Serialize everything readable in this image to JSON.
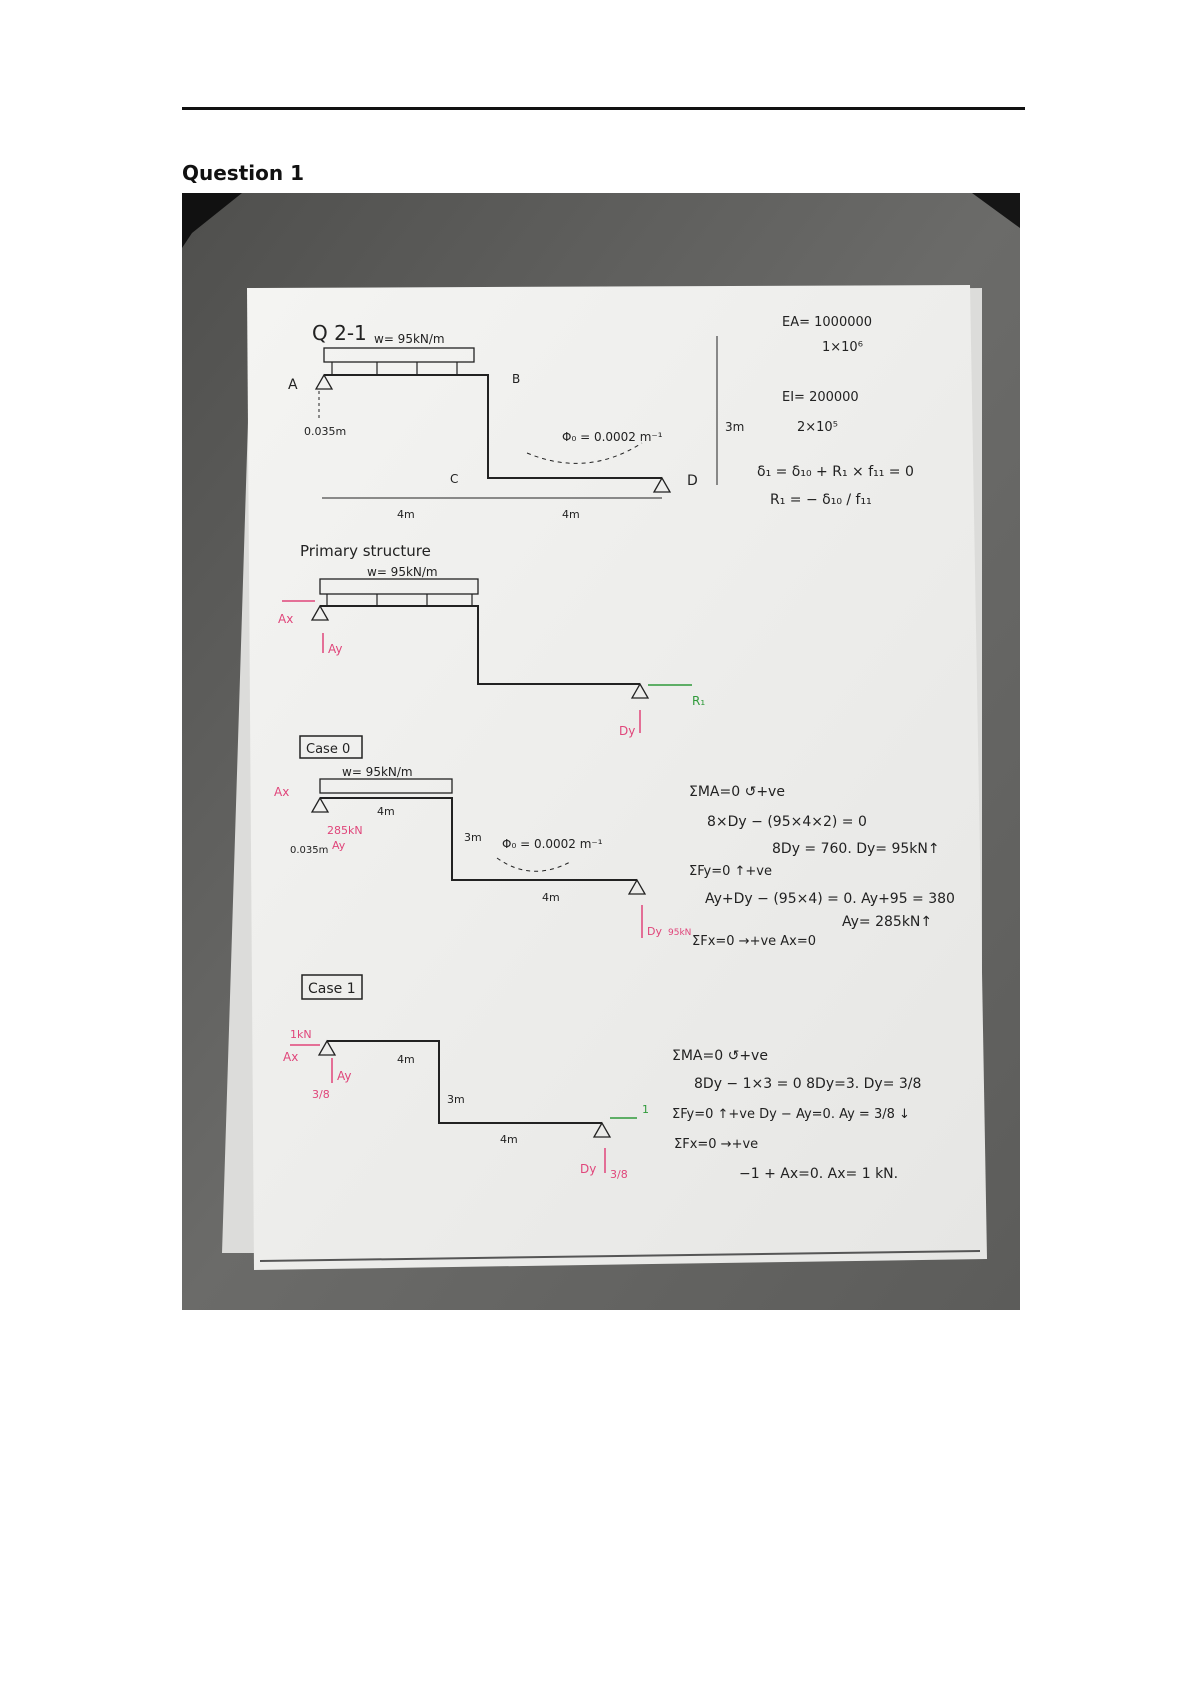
{
  "page": {
    "question_title": "Question 1"
  },
  "sheet": {
    "header": "Q 2-1",
    "load_top": "w= 95kN/m",
    "label_A": "A",
    "label_B": "B",
    "label_C": "C",
    "label_D": "D",
    "settlement": "0.035m",
    "rotation": "Φ₀ = 0.0002 m⁻¹",
    "height": "3m",
    "span1": "4m",
    "span2": "4m",
    "ea1": "EA= 1000000",
    "ea2": "1×10⁶",
    "ei1": "EI= 200000",
    "ei2": "2×10⁵",
    "compat1": "δ₁ = δ₁₀ + R₁ × f₁₁ = 0",
    "compat2": "R₁ = − δ₁₀ / f₁₁",
    "primary_title": "Primary structure",
    "primary_load": "w= 95kN/m",
    "ax": "Ax",
    "ay": "Ay",
    "dy": "Dy",
    "r1": "R₁",
    "case0_title": "Case 0",
    "case0_load": "w= 95kN/m",
    "case0_ay_val": "285kN",
    "case0_settle": "0.035m",
    "case0_dy_val": "95kN",
    "case0_rot": "Φ₀ = 0.0002 m⁻¹",
    "c0_l1": "ΣMA=0 ↺+ve",
    "c0_l2": "8×Dy − (95×4×2) = 0",
    "c0_l3": "8Dy = 760.   Dy= 95kN↑",
    "c0_l4": "ΣFy=0 ↑+ve",
    "c0_l5": "Ay+Dy − (95×4) = 0.  Ay+95 = 380",
    "c0_l6": "Ay= 285kN↑",
    "c0_l7": "ΣFx=0 →+ve   Ax=0",
    "case1_title": "Case 1",
    "case1_unit": "1kN",
    "case1_frac": "3/8",
    "case1_one": "1",
    "c1_l1": "ΣMA=0 ↺+ve",
    "c1_l2": "8Dy − 1×3 = 0    8Dy=3.  Dy= 3/8",
    "c1_l3": "ΣFy=0 ↑+ve   Dy − Ay=0.   Ay = 3/8 ↓",
    "c1_l4": "ΣFx=0 →+ve",
    "c1_l5": "−1 + Ax=0.   Ax= 1 kN."
  }
}
